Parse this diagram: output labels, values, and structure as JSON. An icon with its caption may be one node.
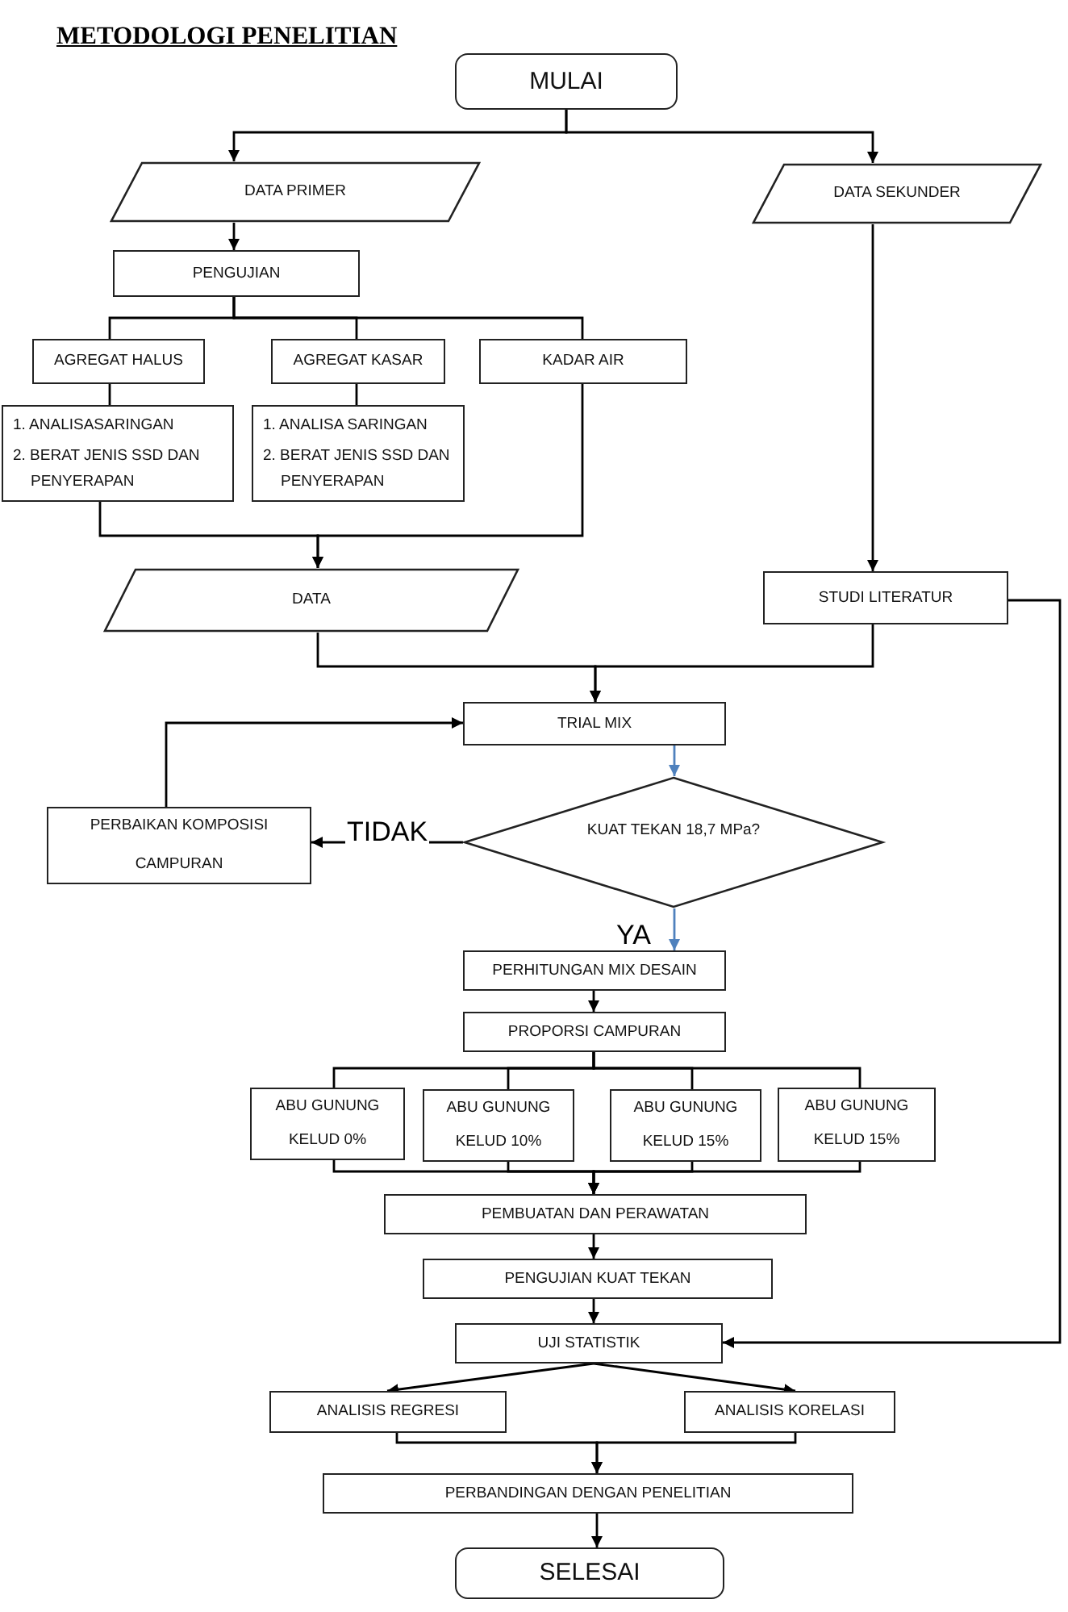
{
  "diagram": {
    "title": "METODOLOGI PENELITIAN",
    "nodes": [
      {
        "text": [
          "MULAI"
        ]
      },
      {
        "text": [
          "DATA PRIMER"
        ]
      },
      {
        "text": [
          "DATA SEKUNDER"
        ]
      },
      {
        "text": [
          "PENGUJIAN"
        ]
      },
      {
        "text": [
          "AGREGAT HALUS"
        ]
      },
      {
        "text": [
          "AGREGAT KASAR"
        ]
      },
      {
        "text": [
          "KADAR AIR"
        ]
      },
      {
        "text": [
          "1. ANALISASARINGAN",
          "2. BERAT JENIS SSD DAN PENYERAPAN"
        ]
      },
      {
        "text": [
          "1. ANALISA SARINGAN",
          "2. BERAT JENIS SSD DAN PENYERAPAN"
        ]
      },
      {
        "text": [
          "DATA"
        ]
      },
      {
        "text": [
          "STUDI LITERATUR"
        ]
      },
      {
        "text": [
          "TRIAL MIX"
        ]
      },
      {
        "text": [
          "KUAT TEKAN 18,7 MPa?"
        ]
      },
      {
        "text": [
          "PERBAIKAN KOMPOSISI CAMPURAN"
        ]
      },
      {
        "text": [
          "PERHITUNGAN MIX DESAIN"
        ]
      },
      {
        "text": [
          "PROPORSI CAMPURAN"
        ]
      },
      {
        "text": [
          "ABU GUNUNG KELUD 0%"
        ]
      },
      {
        "text": [
          "ABU GUNUNG KELUD 10%"
        ]
      },
      {
        "text": [
          "ABU GUNUNG KELUD 15%"
        ]
      },
      {
        "text": [
          "ABU GUNUNG KELUD 15%"
        ]
      },
      {
        "text": [
          "PEMBUATAN DAN PERAWATAN"
        ]
      },
      {
        "text": [
          "PENGUJIAN KUAT TEKAN"
        ]
      },
      {
        "text": [
          "UJI STATISTIK"
        ]
      },
      {
        "text": [
          "ANALISIS REGRESI"
        ]
      },
      {
        "text": [
          "ANALISIS KORELASI"
        ]
      },
      {
        "text": [
          "PERBANDINGAN DENGAN PENELITIAN"
        ]
      },
      {
        "text": [
          "SELESAI"
        ]
      }
    ],
    "edges": [
      {
        "from": 0,
        "to": 1,
        "arrow": "to"
      },
      {
        "from": 0,
        "to": 2,
        "arrow": "to"
      },
      {
        "from": 1,
        "to": 3,
        "arrow": "to"
      },
      {
        "from": 3,
        "to": 4,
        "arrow": "none"
      },
      {
        "from": 3,
        "to": 5,
        "arrow": "none"
      },
      {
        "from": 3,
        "to": 6,
        "arrow": "none"
      },
      {
        "from": 4,
        "to": 7,
        "arrow": "none"
      },
      {
        "from": 5,
        "to": 8,
        "arrow": "none"
      },
      {
        "from": 7,
        "to": 9,
        "arrow": "to"
      },
      {
        "from": 6,
        "to": 9,
        "arrow": "to"
      },
      {
        "from": 2,
        "to": 10,
        "arrow": "to"
      },
      {
        "from": 9,
        "to": 11,
        "arrow": "to"
      },
      {
        "from": 10,
        "to": 11,
        "arrow": "to"
      },
      {
        "from": 11,
        "to": 12,
        "arrow": "to",
        "color": "#4f81bd"
      },
      {
        "from": 12,
        "to": 13,
        "arrow": "to",
        "label": "TIDAK"
      },
      {
        "from": 13,
        "to": 11,
        "arrow": "to"
      },
      {
        "from": 12,
        "to": 14,
        "arrow": "to",
        "label": "YA",
        "color": "#4f81bd"
      },
      {
        "from": 14,
        "to": 15,
        "arrow": "to"
      },
      {
        "from": 15,
        "to": 16,
        "arrow": "none"
      },
      {
        "from": 15,
        "to": 17,
        "arrow": "none"
      },
      {
        "from": 15,
        "to": 18,
        "arrow": "none"
      },
      {
        "from": 15,
        "to": 19,
        "arrow": "none"
      },
      {
        "from": 16,
        "to": 20,
        "arrow": "to"
      },
      {
        "from": 17,
        "to": 20,
        "arrow": "to"
      },
      {
        "from": 18,
        "to": 20,
        "arrow": "to"
      },
      {
        "from": 19,
        "to": 20,
        "arrow": "to"
      },
      {
        "from": 20,
        "to": 21,
        "arrow": "to"
      },
      {
        "from": 21,
        "to": 22,
        "arrow": "to"
      },
      {
        "from": 10,
        "to": 22,
        "arrow": "to"
      },
      {
        "from": 22,
        "to": 23,
        "arrow": "to"
      },
      {
        "from": 22,
        "to": 24,
        "arrow": "to"
      },
      {
        "from": 23,
        "to": 25,
        "arrow": "to"
      },
      {
        "from": 24,
        "to": 25,
        "arrow": "to"
      },
      {
        "from": 25,
        "to": 26,
        "arrow": "to"
      }
    ]
  }
}
